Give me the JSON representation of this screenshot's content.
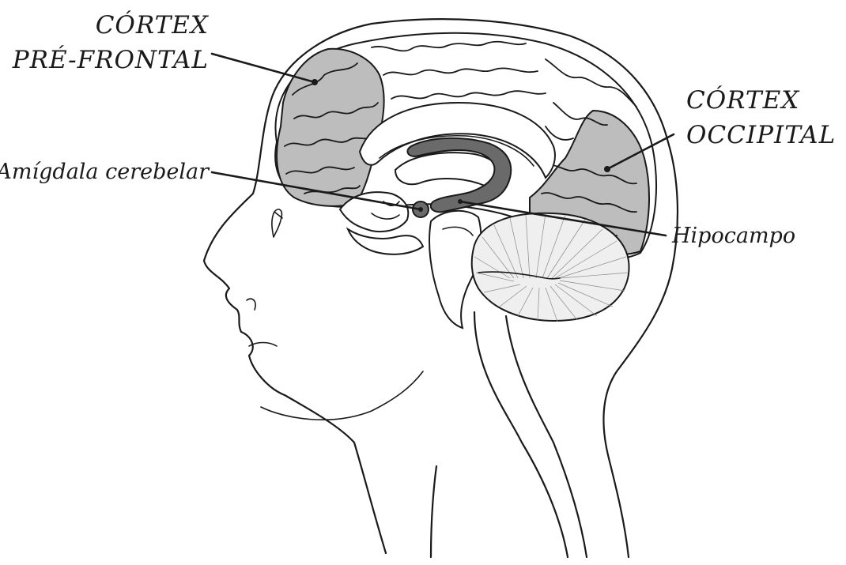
{
  "labels": {
    "prefrontal_line1": "CÓRTEX",
    "prefrontal_line2": "PRÉ-FRONTAL",
    "occipital_line1": "CÓRTEX",
    "occipital_line2": "OCCIPITAL",
    "amygdala": "Amígdala cerebelar",
    "hippocampus": "Hipocampo"
  },
  "colors": {
    "ink": "#1a1a1a",
    "cortex_shade": "#bdbdbd",
    "limbic_shade": "#6a6a6a",
    "background": "#ffffff"
  }
}
